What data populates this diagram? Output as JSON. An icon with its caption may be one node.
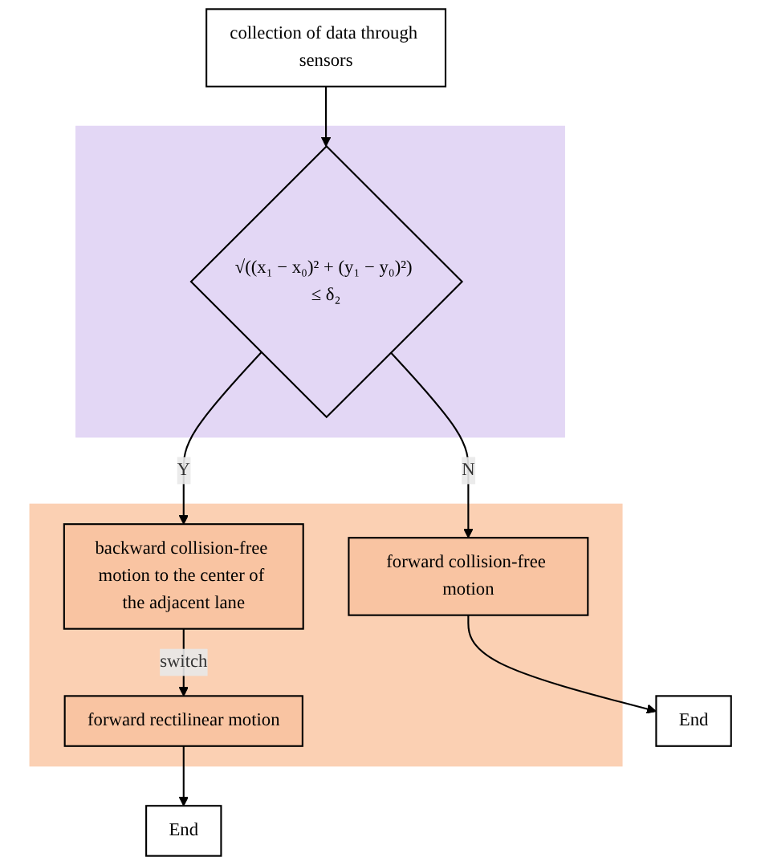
{
  "diagram": {
    "nodes": [
      {
        "text": [
          "collection of data through sensors"
        ]
      },
      {
        "text": [],
        "shape": "band"
      },
      {
        "text": [
          "√((x₁ − x₀)² + (y₁ − y₀)²) ≤ δ₂"
        ],
        "in": 1
      },
      {
        "text": [],
        "shape": "band"
      },
      {
        "text": [
          "forward collision-free motion"
        ],
        "in": 3
      },
      {
        "text": [
          "backward collision-free motion to the center of the adjacent lane"
        ],
        "in": 3
      },
      {
        "text": [
          "forward rectilinear motion"
        ],
        "in": 3
      },
      {
        "text": [
          "End"
        ]
      },
      {
        "text": [
          "End"
        ]
      }
    ],
    "edges": [
      {
        "from": 0,
        "to": 2,
        "arrow": "to"
      },
      {
        "from": 2,
        "to": 4,
        "label": "N",
        "arrow": "to"
      },
      {
        "from": 2,
        "to": 5,
        "label": "Y",
        "arrow": "to"
      },
      {
        "from": 5,
        "to": 6,
        "label": "switch",
        "arrow": "to"
      },
      {
        "from": 4,
        "to": 7,
        "arrow": "to"
      },
      {
        "from": 6,
        "to": 8,
        "arrow": "to"
      }
    ]
  }
}
